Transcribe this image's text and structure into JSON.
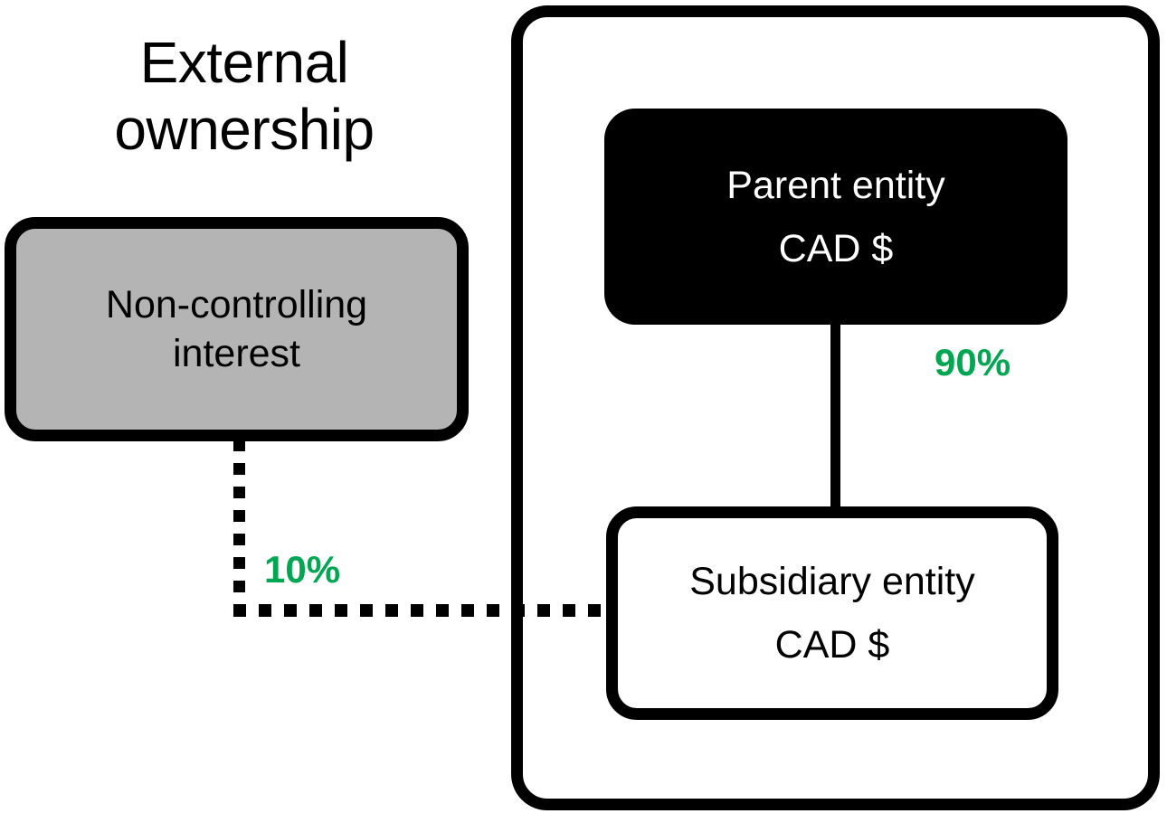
{
  "diagram": {
    "title_line1": "External",
    "title_line2": "ownership",
    "external": {
      "nci_label_line1": "Non-controlling",
      "nci_label_line2": "interest"
    },
    "consolidation_group": {
      "parent": {
        "name": "Parent entity",
        "currency": "CAD $"
      },
      "subsidiary": {
        "name": "Subsidiary entity",
        "currency": "CAD $"
      }
    },
    "ownership": {
      "parent_to_subsidiary_pct": "90%",
      "nci_to_subsidiary_pct": "10%"
    },
    "colors": {
      "accent_green": "#00a651",
      "nci_fill": "#b4b4b4",
      "parent_fill": "#000000",
      "subsidiary_fill": "#ffffff",
      "stroke": "#000000"
    }
  }
}
